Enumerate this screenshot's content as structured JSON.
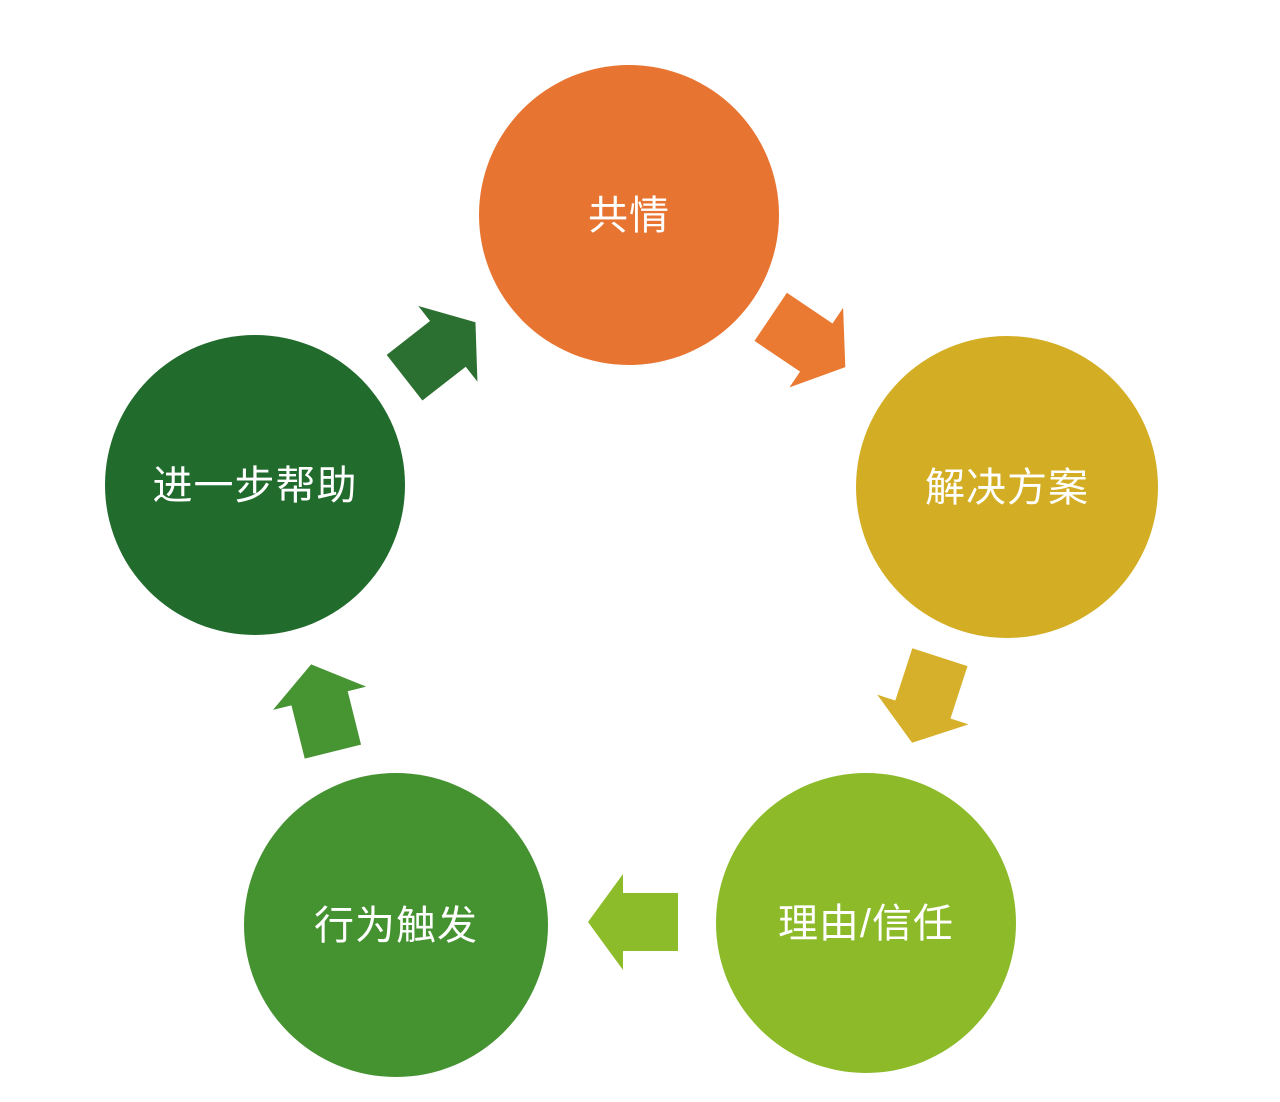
{
  "diagram": {
    "type": "cycle",
    "background_color": "#ffffff",
    "label_color": "#ffffff",
    "nodes": [
      {
        "id": "empathy",
        "label": "共情",
        "color": "#e87431"
      },
      {
        "id": "solution",
        "label": "解决方案",
        "color": "#d3ae24"
      },
      {
        "id": "reason-trust",
        "label": "理由/信任",
        "color": "#8cba29"
      },
      {
        "id": "behavior-trigger",
        "label": "行为触发",
        "color": "#459231"
      },
      {
        "id": "further-help",
        "label": "进一步帮助",
        "color": "#216b2d"
      }
    ],
    "arrows": [
      {
        "id": "empathy-to-solution",
        "from": "empathy",
        "to": "solution",
        "color": "#ea7a31"
      },
      {
        "id": "solution-to-reason-trust",
        "from": "solution",
        "to": "reason-trust",
        "color": "#d6b02a"
      },
      {
        "id": "reason-trust-to-behavior-trigger",
        "from": "reason-trust",
        "to": "behavior-trigger",
        "color": "#8dbc2b"
      },
      {
        "id": "behavior-trigger-to-further-help",
        "from": "behavior-trigger",
        "to": "further-help",
        "color": "#479433"
      },
      {
        "id": "further-help-to-empathy",
        "from": "further-help",
        "to": "empathy",
        "color": "#2b7031"
      }
    ]
  }
}
